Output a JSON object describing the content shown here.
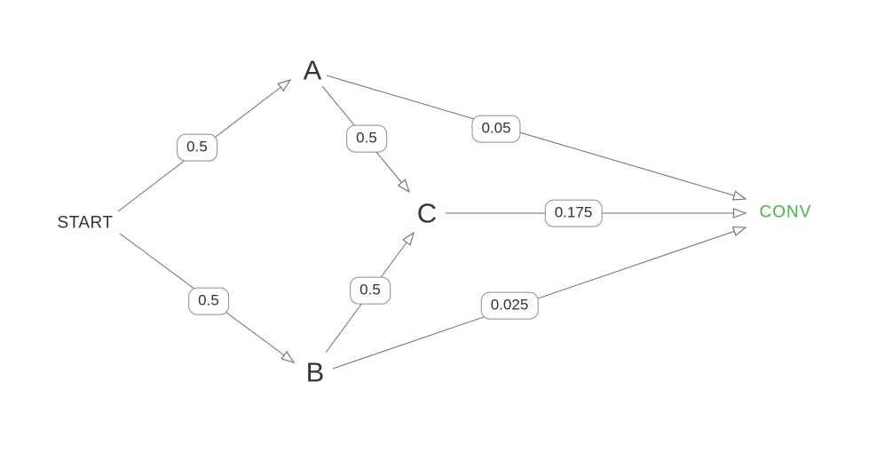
{
  "diagram": {
    "type": "directed-graph",
    "nodes": {
      "start": {
        "label": "START"
      },
      "a": {
        "label": "A"
      },
      "b": {
        "label": "B"
      },
      "c": {
        "label": "C"
      },
      "conv": {
        "label": "CONV"
      }
    },
    "edges": [
      {
        "from": "START",
        "to": "A",
        "probability": "0.5"
      },
      {
        "from": "START",
        "to": "B",
        "probability": "0.5"
      },
      {
        "from": "A",
        "to": "C",
        "probability": "0.5"
      },
      {
        "from": "B",
        "to": "C",
        "probability": "0.5"
      },
      {
        "from": "A",
        "to": "CONV",
        "probability": "0.05"
      },
      {
        "from": "C",
        "to": "CONV",
        "probability": "0.175"
      },
      {
        "from": "B",
        "to": "CONV",
        "probability": "0.025"
      }
    ],
    "colors": {
      "node_text": "#333333",
      "conv_text": "#4caf50",
      "edge_line": "#6f6f6f",
      "label_border": "#8c8c8c",
      "label_bg": "#fefefe",
      "label_text": "#333333",
      "background": "#ffffff"
    }
  }
}
